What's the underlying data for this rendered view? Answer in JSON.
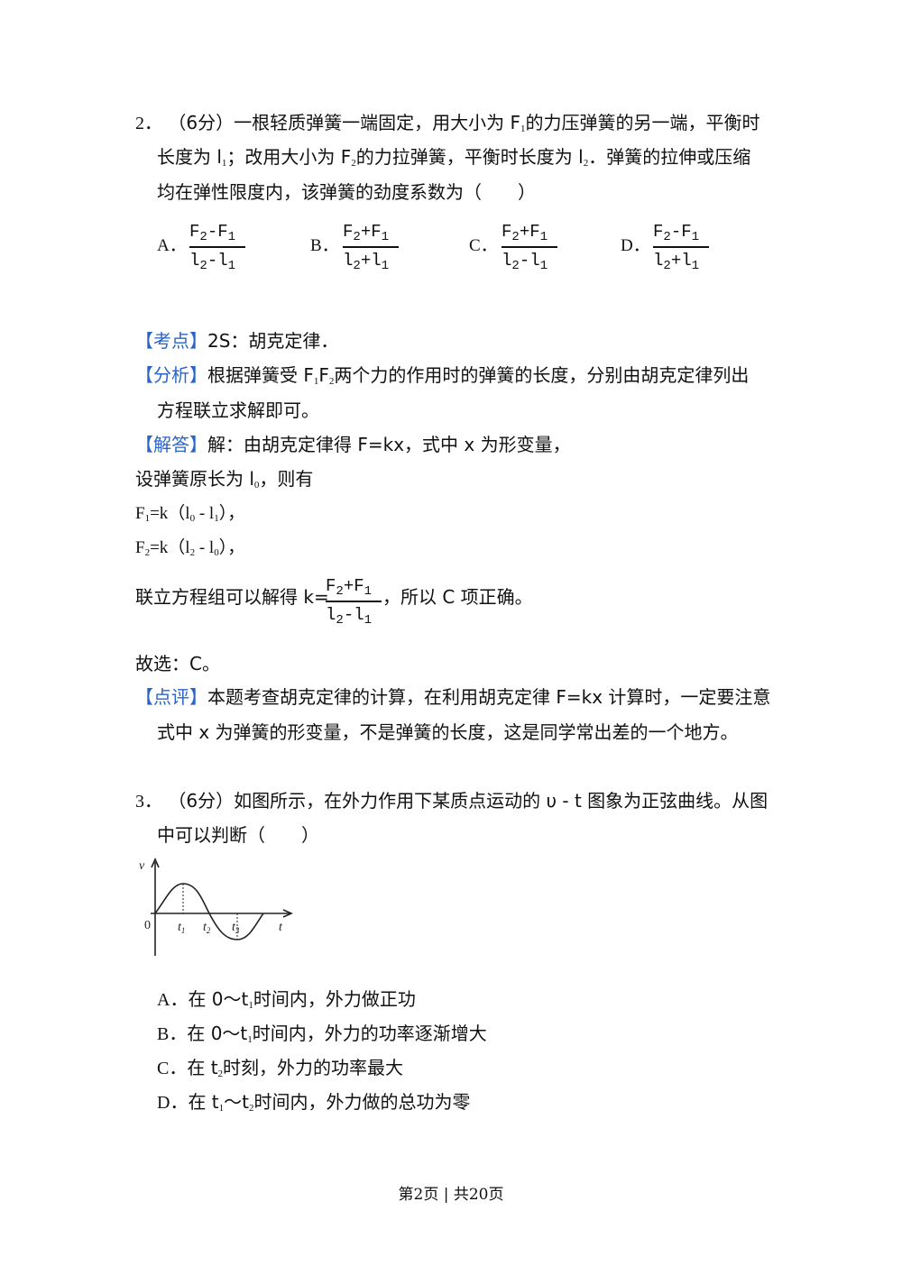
{
  "q2": {
    "number": "2．",
    "points": "（6分）",
    "line1": "一根轻质弹簧一端固定，用大小为 F",
    "line1_sub": "1",
    "line1_end": "的力压弹簧的另一端，平衡时",
    "line2a": "长度为 l",
    "line2_sub1": "1",
    "line2b": "；改用大小为 F",
    "line2_sub2": "2",
    "line2c": "的力拉弹簧，平衡时长度为 l",
    "line2_sub3": "2",
    "line2d": "．弹簧的拉伸或压缩",
    "line3": "均在弹性限度内，该弹簧的劲度系数为（　　）",
    "options": [
      {
        "label": "A．",
        "num_a": "F",
        "num_s1": "2",
        "num_op": "-F",
        "num_s2": "1",
        "den_a": "l",
        "den_s1": "2",
        "den_op": "-l",
        "den_s2": "1"
      },
      {
        "label": "B．",
        "num_a": "F",
        "num_s1": "2",
        "num_op": "+F",
        "num_s2": "1",
        "den_a": "l",
        "den_s1": "2",
        "den_op": "+l",
        "den_s2": "1"
      },
      {
        "label": "C．",
        "num_a": "F",
        "num_s1": "2",
        "num_op": "+F",
        "num_s2": "1",
        "den_a": "l",
        "den_s1": "2",
        "den_op": "-l",
        "den_s2": "1"
      },
      {
        "label": "D．",
        "num_a": "F",
        "num_s1": "2",
        "num_op": "-F",
        "num_s2": "1",
        "den_a": "l",
        "den_s1": "2",
        "den_op": "+l",
        "den_s2": "1"
      }
    ]
  },
  "analysis": {
    "kaodian_tag": "【考点】",
    "kaodian_text": "2S：胡克定律．",
    "fenxi_tag": "【分析】",
    "fenxi_a": "根据弹簧受 F",
    "fenxi_s1": "1",
    "fenxi_b": "F",
    "fenxi_s2": "2",
    "fenxi_c": "两个力的作用时的弹簧的长度，分别由胡克定律列出",
    "fenxi_line2": "方程联立求解即可。",
    "jieda_tag": "【解答】",
    "jieda_text": "解：由胡克定律得 F=kx，式中 x 为形变量，",
    "l1a": "设弹簧原长为 l",
    "l1s": "0",
    "l1b": "，则有",
    "eq1": {
      "a": "F",
      "s1": "1",
      "b": "=k（l",
      "s2": "0",
      "c": " - l",
      "s3": "1",
      "d": "），"
    },
    "eq2": {
      "a": "F",
      "s1": "2",
      "b": "=k（l",
      "s2": "2",
      "c": " - l",
      "s3": "0",
      "d": "），"
    },
    "solve_a": "联立方程组可以解得 k=",
    "solve_num": {
      "a": "F",
      "s1": "2",
      "op": "+F",
      "s2": "1"
    },
    "solve_den": {
      "a": "l",
      "s1": "2",
      "op": "-l",
      "s2": "1"
    },
    "solve_b": "，所以 C 项正确。",
    "choice": "故选：C。",
    "dianping_tag": "【点评】",
    "dianping_text": "本题考查胡克定律的计算，在利用胡克定律 F=kx 计算时，一定要注意",
    "dianping_line2": "式中 x 为弹簧的形变量，不是弹簧的长度，这是同学常出差的一个地方。"
  },
  "q3": {
    "number": "3．",
    "points": "（6分）",
    "line1": "如图所示，在外力作用下某质点运动的 υ - t 图象为正弦曲线。从图",
    "line2": "中可以判断（　　）",
    "graph": {
      "v": "v",
      "o": "0",
      "t1": "t",
      "t1s": "1",
      "t2": "t",
      "t2s": "2",
      "t3": "t",
      "t3s": "3",
      "t": "t"
    },
    "options": [
      {
        "label": "A．",
        "a": "在 0～t",
        "s": "1",
        "b": "时间内，外力做正功"
      },
      {
        "label": "B．",
        "a": "在 0～t",
        "s": "1",
        "b": "时间内，外力的功率逐渐增大"
      },
      {
        "label": "C．",
        "a": "在 t",
        "s": "2",
        "b": "时刻，外力的功率最大"
      },
      {
        "label": "D．",
        "a": "在 t",
        "s": "1",
        "b": "～t",
        "s2": "2",
        "c": "时间内，外力做的总功为零"
      }
    ]
  },
  "footer": "第2页 | 共20页",
  "colors": {
    "tag": "#2a64c8",
    "text": "#111111"
  }
}
